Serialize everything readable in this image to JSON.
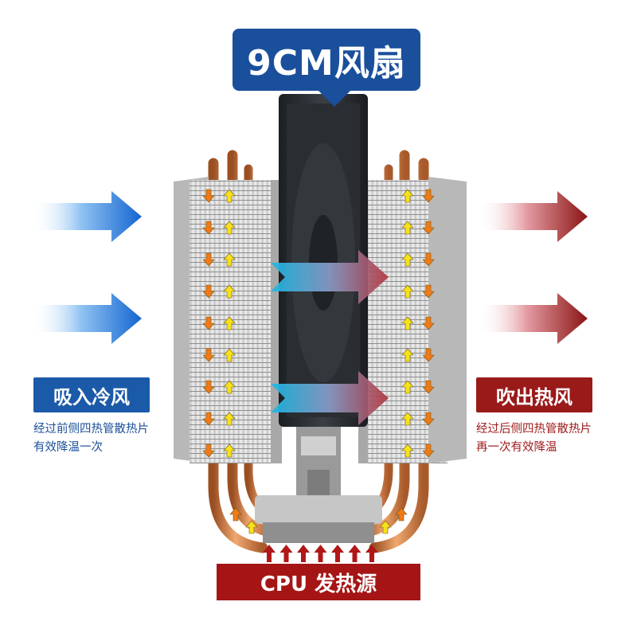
{
  "fan_label": "9CM风扇",
  "intake": {
    "title": "吸入冷风",
    "desc_line1": "经过前侧四热管散热片",
    "desc_line2": "有效降温一次"
  },
  "exhaust": {
    "title": "吹出热风",
    "desc_line1": "经过后侧四热管散热片",
    "desc_line2": "再一次有效降温"
  },
  "cpu_label": "CPU 发热源",
  "colors": {
    "blue_label": "#1a4f9c",
    "red_label": "#a51515",
    "cold_arrow": "#1e73d8",
    "hot_arrow": "#8e1b1b",
    "copper": "#c9773f"
  }
}
